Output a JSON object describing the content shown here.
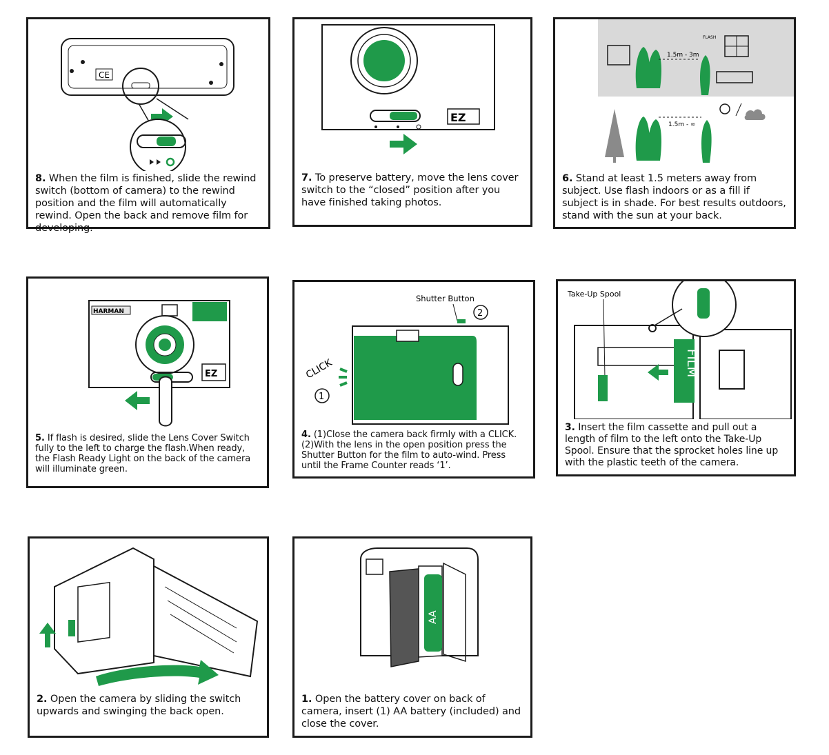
{
  "colors": {
    "accent": "#1f9a4a",
    "ink": "#1a1a1a",
    "wall": "#d9d9d9"
  },
  "steps": [
    {
      "id": 8,
      "num": "8.",
      "text": " When the film is finished, slide the rewind switch (bottom of camera) to the rewind position and the film will automatically rewind. Open the back and remove film for developing."
    },
    {
      "id": 7,
      "num": "7.",
      "text": " To preserve battery, move the lens cover switch to the “closed” position after you have finished taking photos."
    },
    {
      "id": 6,
      "num": "6.",
      "text": " Stand at least 1.5 meters away from subject. Use flash indoors or as a fill if subject is in shade. For best results outdoors, stand with the sun at your back."
    },
    {
      "id": 5,
      "num": "5.",
      "text": " If flash is desired, slide the Lens Cover Switch fully to the left to charge the flash.When ready, the Flash Ready Light on the back of the camera will illuminate green."
    },
    {
      "id": 4,
      "num": "4.",
      "text": " (1)Close the camera back firmly with a CLICK. (2)With the lens in the open position press the Shutter Button for the film to auto-wind. Press until the Frame Counter reads ‘1’."
    },
    {
      "id": 3,
      "num": "3.",
      "text": " Insert the film cassette and pull out a length of film to the left onto the Take-Up Spool. Ensure that the sprocket holes line up with the plastic teeth of the camera."
    },
    {
      "id": 2,
      "num": "2.",
      "text": " Open the camera by sliding the switch upwards and swinging the back open."
    },
    {
      "id": 1,
      "num": "1.",
      "text": " Open the battery cover on back of camera, insert (1) AA battery (included) and close the cover."
    }
  ],
  "labels": {
    "ce_mark": "CE",
    "ez_mark": "EZ",
    "distance_indoor": "1.5m - 3m",
    "distance_outdoor": "1.5m - ∞",
    "flash_tag": "FLASH",
    "brand": "HARMAN",
    "shutter_button": "Shutter Button",
    "callout_2": "2",
    "click": "CLICK",
    "callout_1": "1",
    "take_up_spool": "Take-Up Spool",
    "film": "FILM",
    "battery": "AA"
  }
}
